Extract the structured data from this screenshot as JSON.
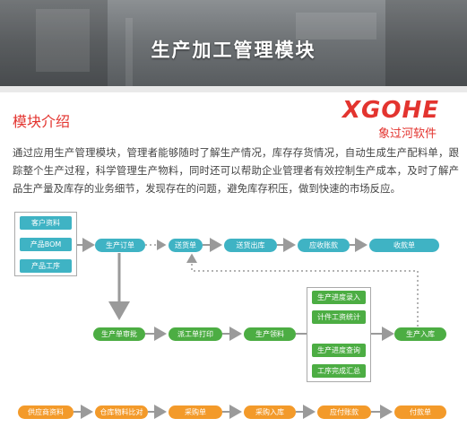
{
  "banner": {
    "title": "生产加工管理模块"
  },
  "section": {
    "title": "模块介绍"
  },
  "logo": {
    "mark": "XGOHE",
    "name": "象过河软件"
  },
  "intro": "通过应用生产管理模块，管理者能够随时了解生产情况，库存存货情况，自动生成生产配料单，跟踪整个生产过程，科学管理生产物料，同时还可以帮助企业管理者有效控制生产成本，及时了解产品生产量及库存的业务细节，发现存在的问题，避免库存积压，做到快速的市场反应。",
  "diagram": {
    "sources": [
      "客户资料",
      "产品BOM",
      "产品工序"
    ],
    "row1": [
      "生产订单",
      "送货单",
      "送货出库",
      "应收账款",
      "收款单"
    ],
    "row2": [
      "生产单审批",
      "派工单打印",
      "生产领料",
      "生产入库"
    ],
    "side_top": [
      "生产进度录入",
      "计件工资统计"
    ],
    "side_bottom": [
      "生产进度查询",
      "工序完成汇总"
    ],
    "row3": [
      "供应商资料",
      "仓库物料比对",
      "采购单",
      "采购入库",
      "应付账款",
      "付款单"
    ]
  },
  "colors": {
    "accent": "#e3342f",
    "teal": "#3fb3c4",
    "green": "#4cad43",
    "orange": "#f39a2a"
  }
}
